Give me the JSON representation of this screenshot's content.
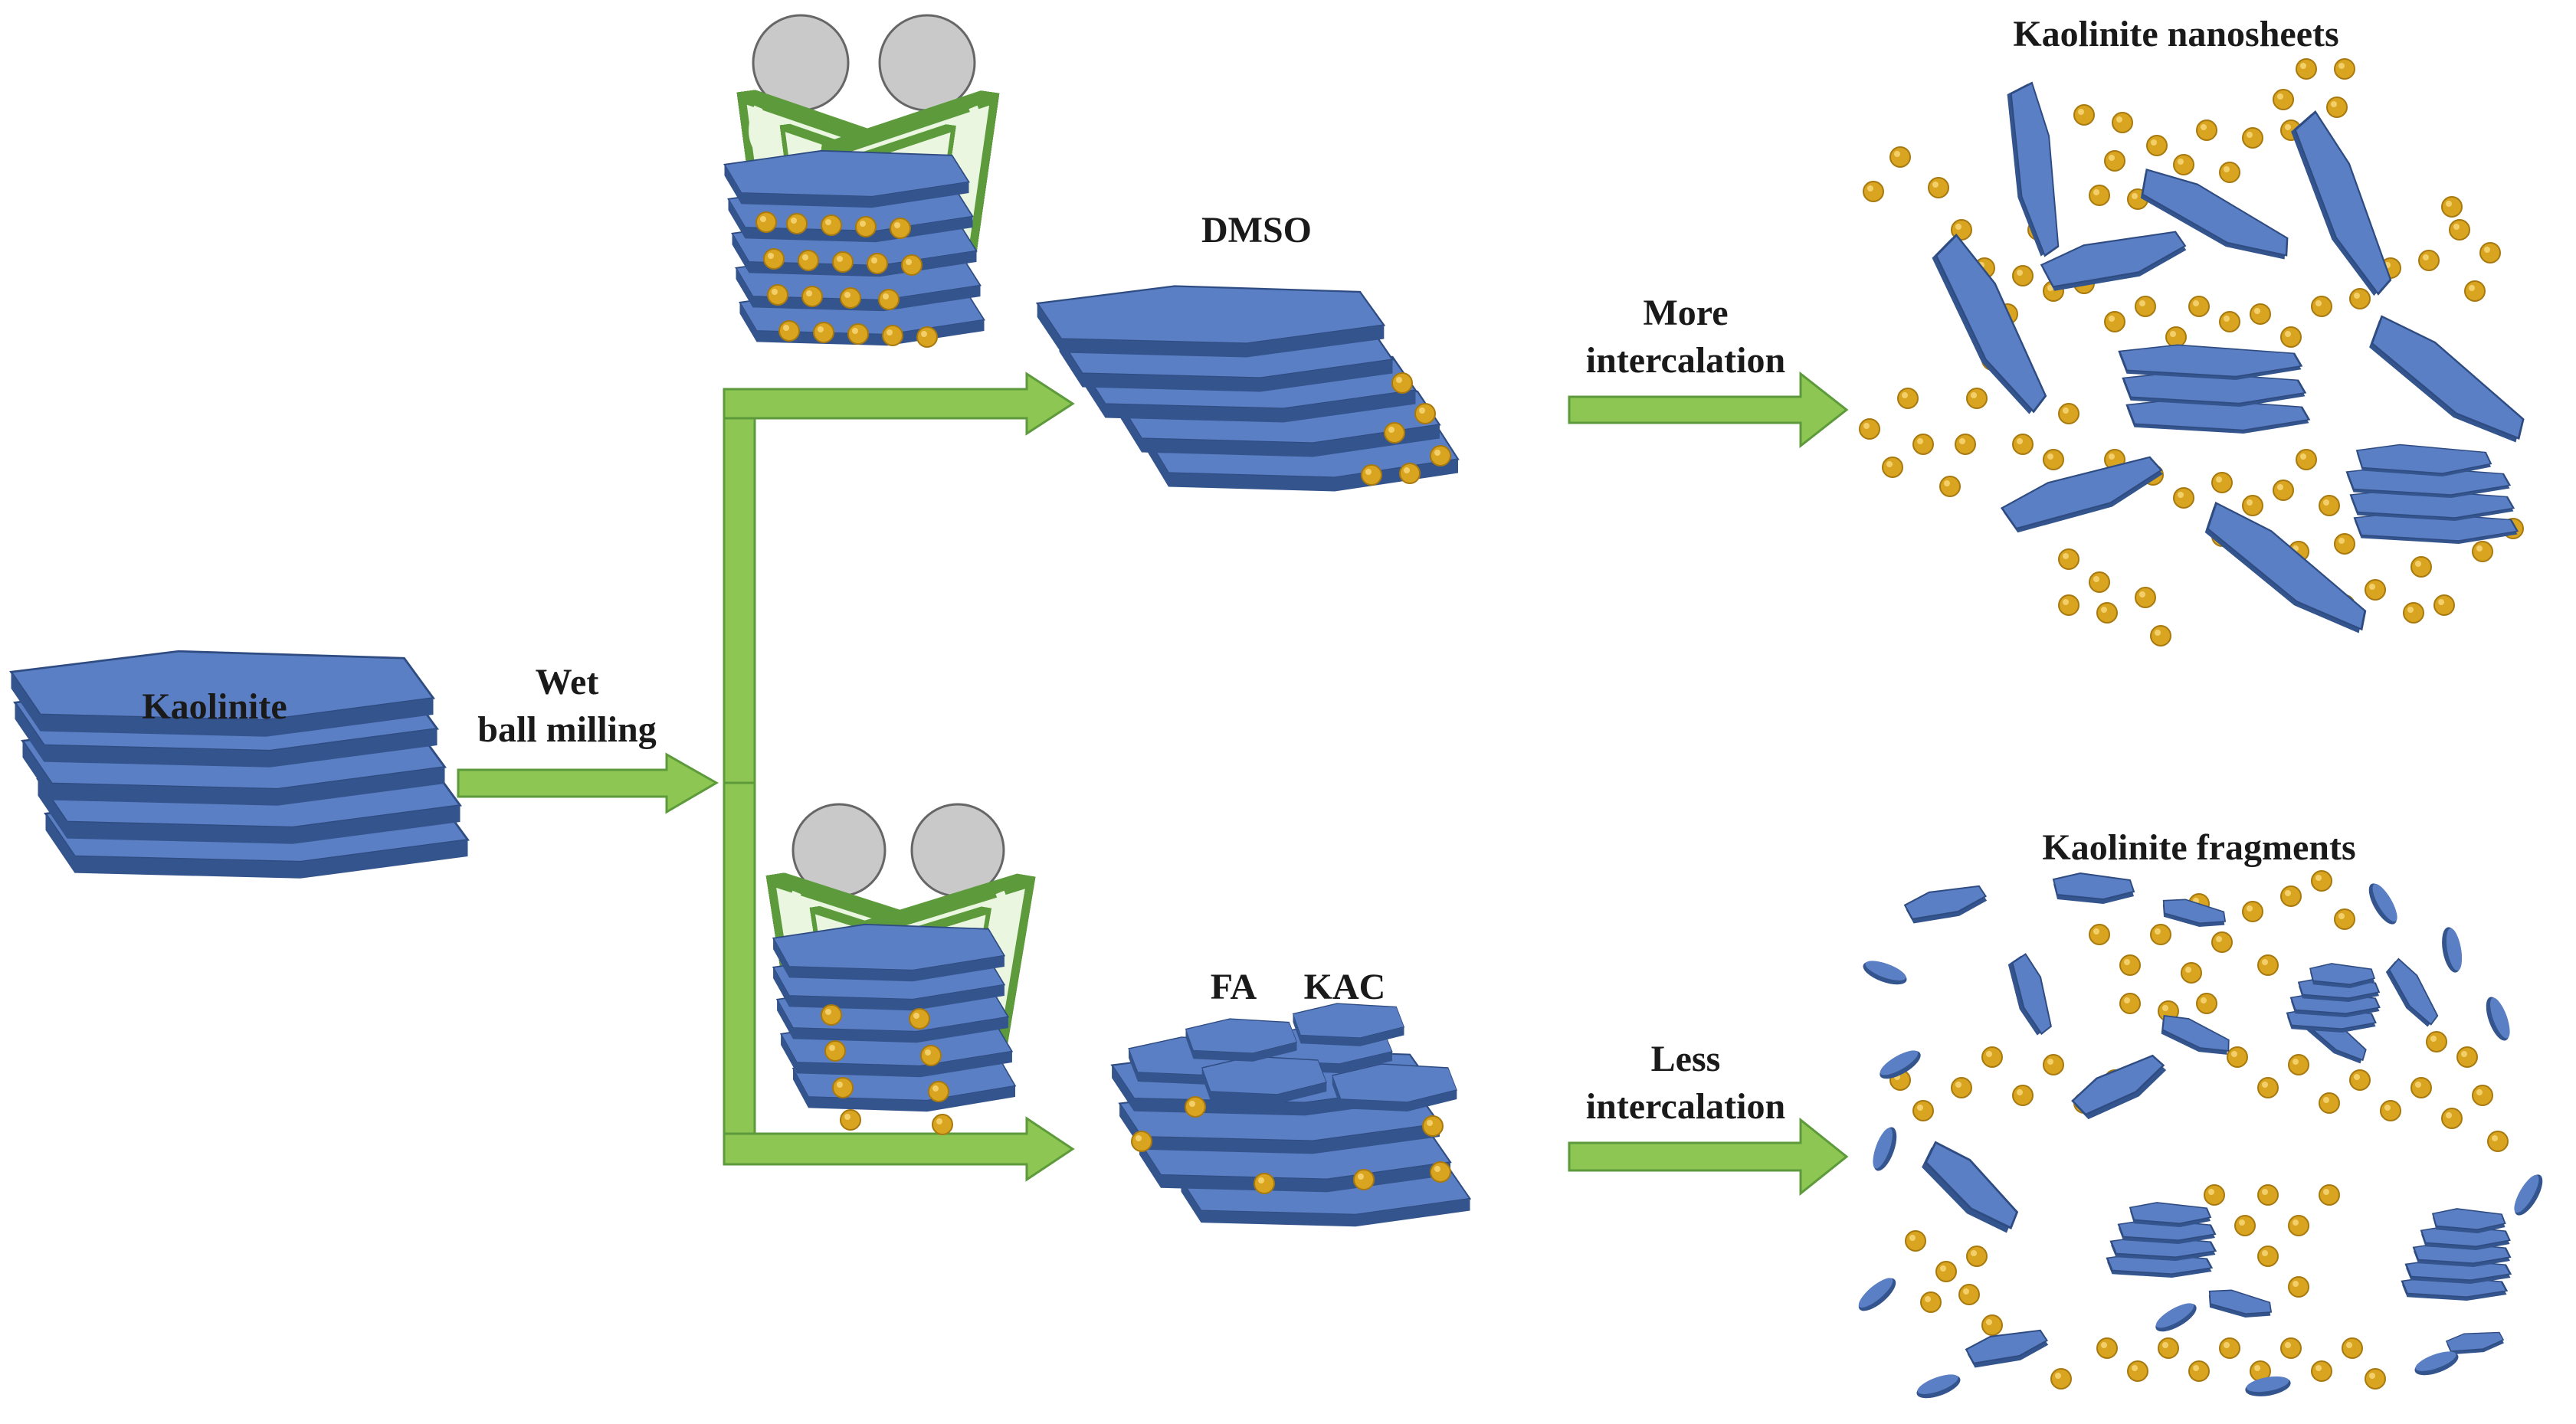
{
  "labels": {
    "kaolinite": "Kaolinite",
    "wet": "Wet",
    "ball_milling": "ball milling",
    "dmso": "DMSO",
    "more": "More",
    "more_intercalation": "intercalation",
    "less": "Less",
    "less_intercalation": "intercalation",
    "fa": "FA",
    "kac": "KAC",
    "nanosheets": "Kaolinite nanosheets",
    "fragments": "Kaolinite fragments"
  },
  "colors": {
    "sheet_top": "#5b7fc4",
    "sheet_side": "#37568f",
    "arrow": "#8dc653",
    "intercalant": "#d9a520",
    "ball": "#c9c9c9"
  }
}
